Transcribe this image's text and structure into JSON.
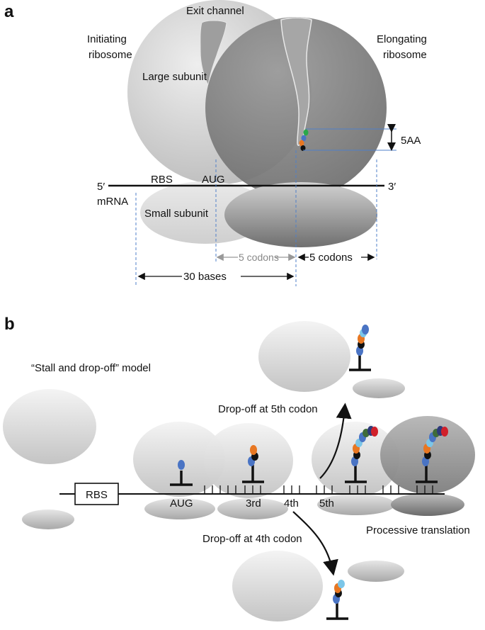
{
  "panel_a": {
    "letter": "a",
    "exit_channel": "Exit channel",
    "initiating_l1": "Initiating",
    "initiating_l2": "ribosome",
    "elongating_l1": "Elongating",
    "elongating_l2": "ribosome",
    "large_subunit": "Large subunit",
    "small_subunit": "Small subunit",
    "five_aa": "5AA",
    "five_prime": "5′",
    "three_prime": "3′",
    "mrna": "mRNA",
    "rbs": "RBS",
    "aug": "AUG",
    "five_codons_grey": "5 codons",
    "five_codons_black": "5 codons",
    "thirty_bases": "30 bases"
  },
  "panel_b": {
    "letter": "b",
    "model_title": "“Stall and drop-off” model",
    "rbs_box": "RBS",
    "aug": "AUG",
    "third": "3rd",
    "fourth": "4th",
    "fifth": "5th",
    "drop_off_5th": "Drop-off  at 5th codon",
    "drop_off_4th": "Drop-off  at 4th codon",
    "processive": "Processive translation"
  },
  "colors": {
    "residue_blue": "#4a74c4",
    "residue_orange": "#e87722",
    "residue_black": "#111111",
    "residue_green": "#2aa84a",
    "residue_lightblue": "#7cc6e8",
    "residue_darkgreen": "#3f6b3a",
    "residue_navy": "#2d3a7a",
    "residue_red": "#d0202a",
    "guide_line": "#4f7fc8"
  }
}
